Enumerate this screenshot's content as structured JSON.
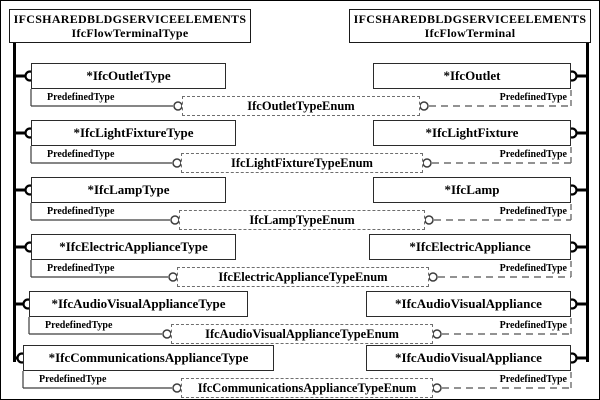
{
  "diagram": {
    "header_left": {
      "line1": "IFCSHAREDBLDGSERVICEELEMENTS",
      "line2": "IfcFlowTerminalType"
    },
    "header_right": {
      "line1": "IFCSHAREDBLDGSERVICEELEMENTS",
      "line2": "IfcFlowTerminal"
    }
  },
  "rows": [
    {
      "left_label": "*IfcOutletType",
      "attr_left": "PredefinedType",
      "enum_label": "IfcOutletTypeEnum",
      "attr_right": "PredefinedType",
      "right_label": "*IfcOutlet"
    },
    {
      "left_label": "*IfcLightFixtureType",
      "attr_left": "PredefinedType",
      "enum_label": "IfcLightFixtureTypeEnum",
      "attr_right": "PredefinedType",
      "right_label": "*IfcLightFixture"
    },
    {
      "left_label": "*IfcLampType",
      "attr_left": "PredefinedType",
      "enum_label": "IfcLampTypeEnum",
      "attr_right": "PredefinedType",
      "right_label": "*IfcLamp"
    },
    {
      "left_label": "*IfcElectricApplianceType",
      "attr_left": "PredefinedType",
      "enum_label": "IfcElectricApplianceTypeEnum",
      "attr_right": "PredefinedType",
      "right_label": "*IfcElectricAppliance"
    },
    {
      "left_label": "*IfcAudioVisualApplianceType",
      "attr_left": "PredefinedType",
      "enum_label": "IfcAudioVisualApplianceTypeEnum",
      "attr_right": "PredefinedType",
      "right_label": "*IfcAudioVisualAppliance"
    },
    {
      "left_label": "*IfcCommunicationsApplianceType",
      "attr_left": "PredefinedType",
      "enum_label": "IfcCommunicationsApplianceTypeEnum",
      "attr_right": "PredefinedType",
      "right_label": "*IfcAudioVisualAppliance"
    }
  ],
  "colors": {
    "solid_line": "#3d3d3d",
    "dashed_line": "#6e6e6e",
    "bus_line": "#000000",
    "box_border": "#2b2b2b",
    "background": "#ffffff",
    "text": "#000000"
  }
}
